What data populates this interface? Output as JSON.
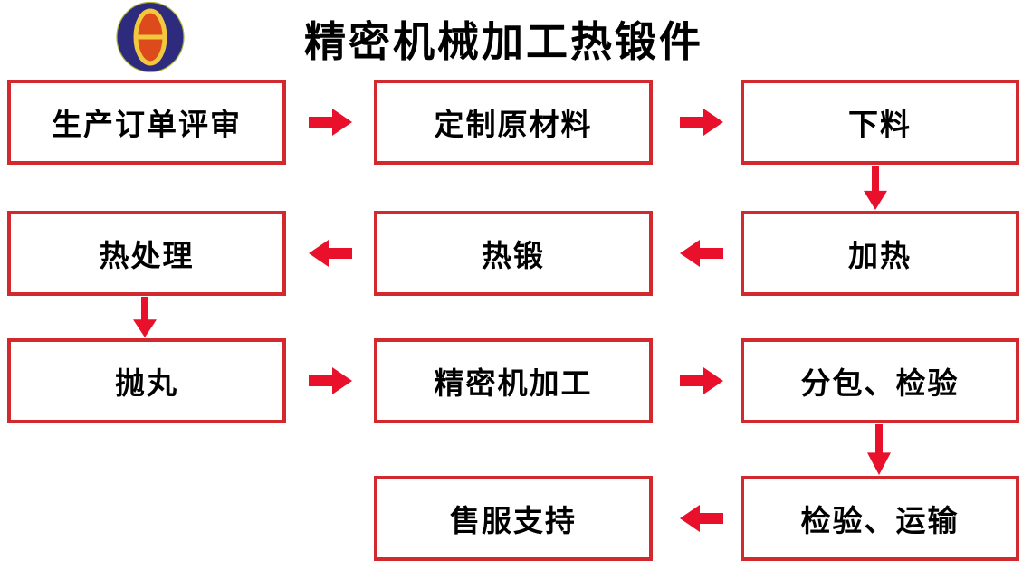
{
  "title": "精密机械加工热锻件",
  "logo": {
    "icon": "theta-oval-logo"
  },
  "colors": {
    "background": "#ffffff",
    "box_border": "#d2292f",
    "arrow": "#e8102a",
    "text": "#000000",
    "logo_outer": "#2e2a7d",
    "logo_inner": "#dd4a1c",
    "logo_ring": "#f2c83e"
  },
  "nodes": [
    {
      "id": "order-review",
      "label": "生产订单评审"
    },
    {
      "id": "custom-raw-material",
      "label": "定制原材料"
    },
    {
      "id": "cutting",
      "label": "下料"
    },
    {
      "id": "heat-treatment",
      "label": "热处理"
    },
    {
      "id": "hot-forging",
      "label": "热锻"
    },
    {
      "id": "heating",
      "label": "加热"
    },
    {
      "id": "shot-blasting",
      "label": "抛丸"
    },
    {
      "id": "precision-machining",
      "label": "精密机加工"
    },
    {
      "id": "subcontract-inspection",
      "label": "分包、检验"
    },
    {
      "id": "after-sales-support",
      "label": "售服支持"
    },
    {
      "id": "inspection-transport",
      "label": "检验、运输"
    }
  ],
  "flow_edges": [
    {
      "from": "生产订单评审",
      "to": "定制原材料",
      "direction": "right"
    },
    {
      "from": "定制原材料",
      "to": "下料",
      "direction": "right"
    },
    {
      "from": "下料",
      "to": "加热",
      "direction": "down"
    },
    {
      "from": "加热",
      "to": "热锻",
      "direction": "left"
    },
    {
      "from": "热锻",
      "to": "热处理",
      "direction": "left"
    },
    {
      "from": "热处理",
      "to": "抛丸",
      "direction": "down"
    },
    {
      "from": "抛丸",
      "to": "精密机加工",
      "direction": "right"
    },
    {
      "from": "精密机加工",
      "to": "分包、检验",
      "direction": "right"
    },
    {
      "from": "分包、检验",
      "to": "检验、运输",
      "direction": "down"
    },
    {
      "from": "检验、运输",
      "to": "售服支持",
      "direction": "left"
    }
  ]
}
